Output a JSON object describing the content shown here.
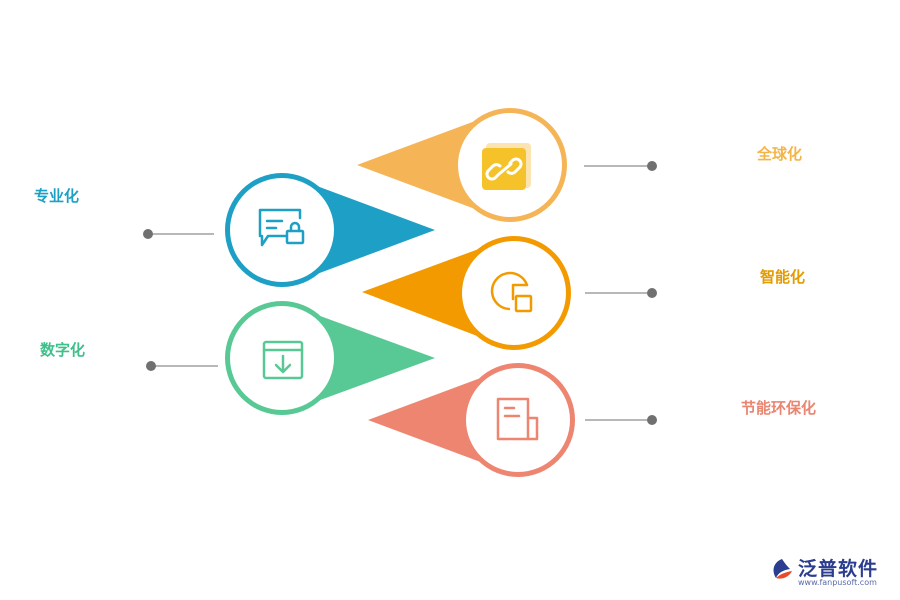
{
  "items": [
    {
      "label": "专业化",
      "color": "#1ea0c6",
      "icon": "chat-lock-icon"
    },
    {
      "label": "数字化",
      "color": "#58c994",
      "icon": "download-box-icon"
    },
    {
      "label": "全球化",
      "color": "#f5b557",
      "icon": "link-icon"
    },
    {
      "label": "智能化",
      "color": "#f39a00",
      "icon": "pie-chart-icon"
    },
    {
      "label": "节能环保化",
      "color": "#ee8570",
      "icon": "document-icon"
    }
  ],
  "connector_color": "#707070",
  "brand": {
    "name": "泛普软件",
    "url": "www.fanpusoft.com",
    "color": "#2a3d8f"
  }
}
